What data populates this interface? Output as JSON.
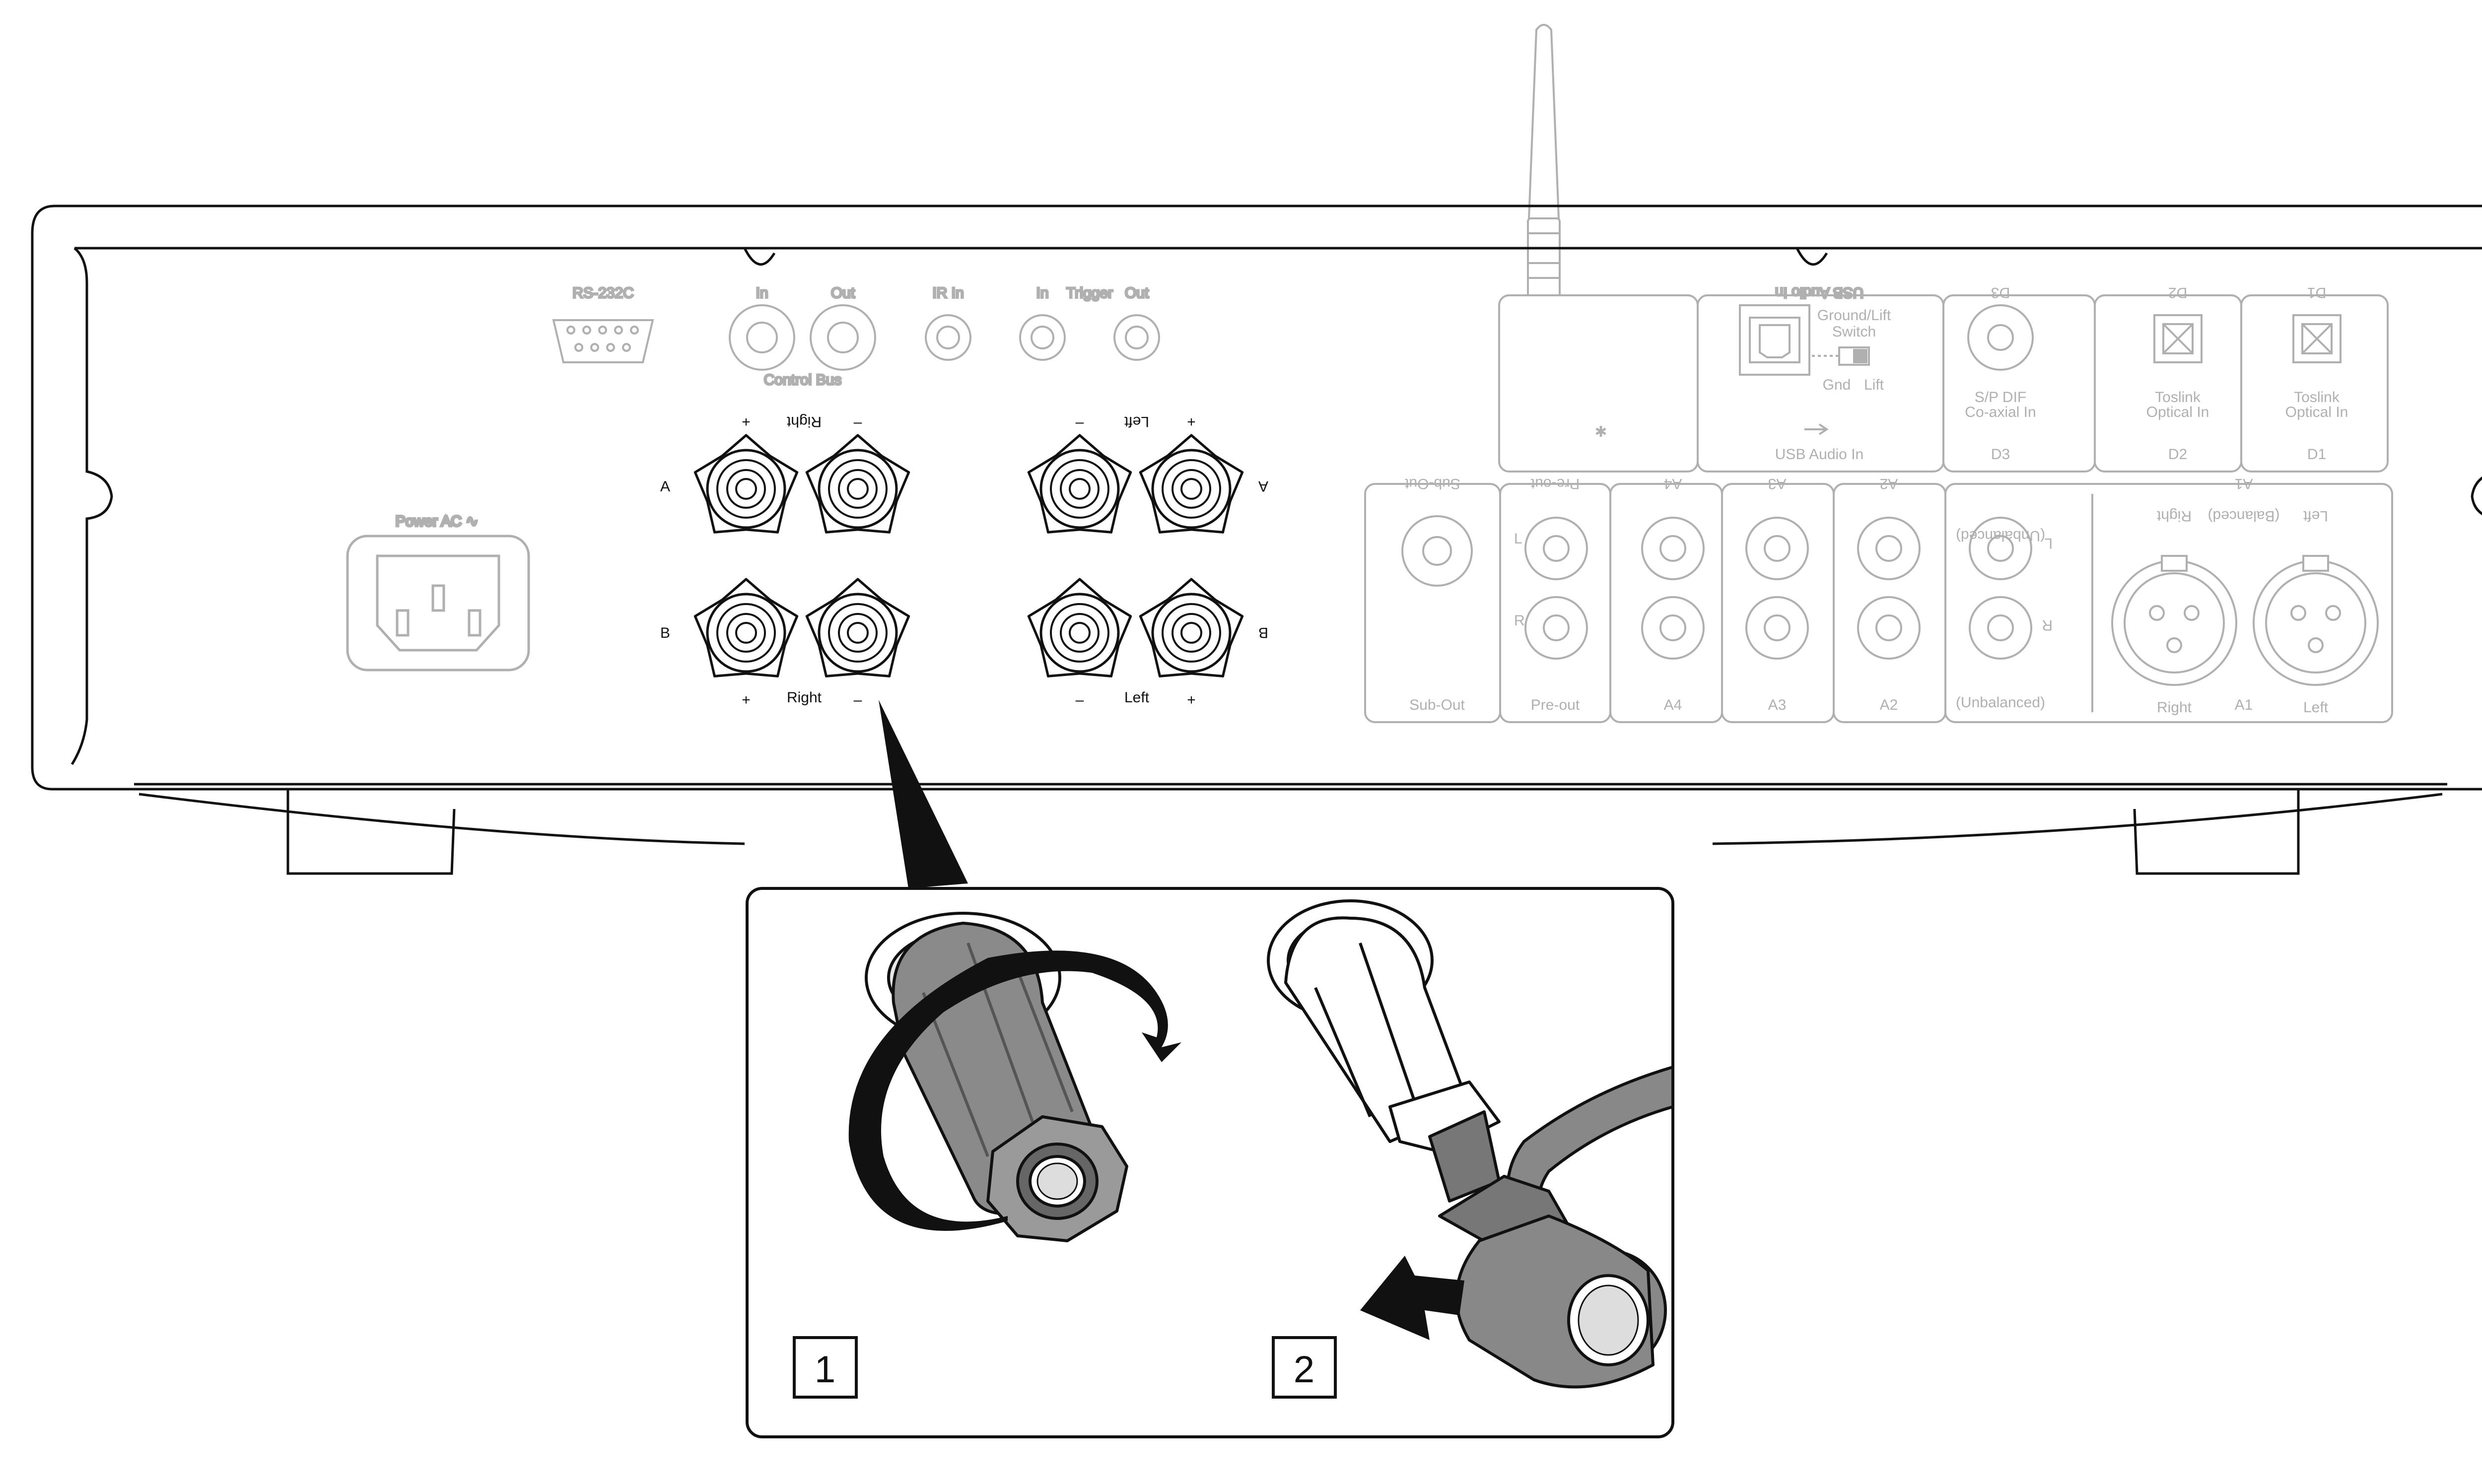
{
  "rear_panel": {
    "rs232": "RS-232C",
    "control_bus": {
      "in": "In",
      "out": "Out",
      "title": "Control Bus"
    },
    "ir_in": "IR In",
    "trigger": {
      "in": "In",
      "title": "Trigger",
      "out": "Out"
    },
    "power": "Power AC ∿",
    "bluetooth": "✱",
    "usb": {
      "top": "USB Audio In",
      "switch": "Ground/Lift\nSwitch",
      "gnd": "Gnd",
      "lift": "Lift",
      "bottom": "USB Audio In"
    },
    "d3": {
      "top": "D3",
      "desc1": "S/P DIF",
      "desc2": "Co-axial In",
      "bottom": "D3"
    },
    "d2": {
      "top": "D2",
      "desc1": "Toslink",
      "desc2": "Optical In",
      "bottom": "D2"
    },
    "d1": {
      "top": "D1",
      "desc1": "Toslink",
      "desc2": "Optical In",
      "bottom": "D1"
    },
    "speakers": {
      "right_top": "Right",
      "left_top": "Left",
      "right_bottom": "Right",
      "left_bottom": "Left",
      "plus": "+",
      "minus": "–",
      "a": "A",
      "b": "B"
    },
    "analog": {
      "subout_top": "Sub-Out",
      "subout_bottom": "Sub-Out",
      "preout_top": "Pre-out",
      "preout_bottom": "Pre-out",
      "a4_top": "A4",
      "a4_bottom": "A4",
      "a3_top": "A3",
      "a3_bottom": "A3",
      "a2_top": "A2",
      "a2_bottom": "A2",
      "unbal_top": "(Unbalanced)",
      "unbal_bottom": "(Unbalanced)",
      "a1_top": "A1",
      "a1_bottom": "A1",
      "balanced": "(Balanced)",
      "right_top": "Right",
      "left_top": "Left",
      "right_bottom": "Right",
      "left_bottom": "Left",
      "l": "L",
      "r": "R"
    }
  },
  "steps": {
    "step1": "1",
    "step2": "2"
  }
}
